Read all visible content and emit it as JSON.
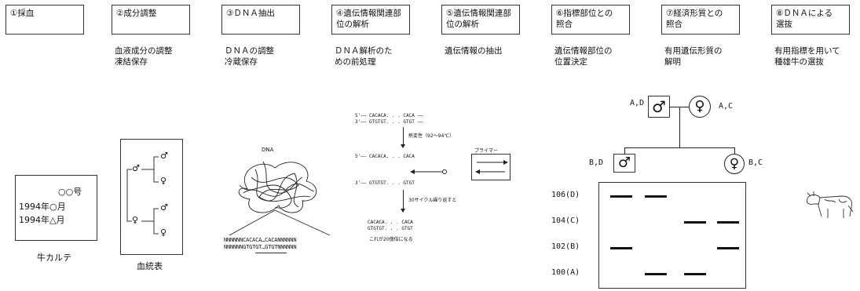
{
  "steps": [
    {
      "label": "①採血",
      "desc": ""
    },
    {
      "label": "②成分調整",
      "desc": "血液成分の調整\n凍結保存"
    },
    {
      "label": "③ＤＮＡ抽出",
      "desc": "ＤＮＡの調整\n冷蔵保存"
    },
    {
      "label": "④遺伝情報関連部\n位の解析",
      "desc": "ＤＮＡ解析のた\nめの前処理"
    },
    {
      "label": "⑤遺伝情報関連部\n位の解析",
      "desc": "遺伝情報の抽出"
    },
    {
      "label": "⑥指標部位との\n照合",
      "desc": "遺伝情報部位の\n位置決定"
    },
    {
      "label": "⑦経済形質との\n照合",
      "desc": "有用遺伝形質の\n解明"
    },
    {
      "label": "⑧ＤＮＡによる\n選抜",
      "desc": "有用指標を用いて\n種雄牛の選抜"
    }
  ],
  "karte": {
    "number": "○○号",
    "date1": "1994年○月",
    "date2": "1994年△月",
    "caption": "牛カルテ"
  },
  "pedigree": {
    "caption": "血統表",
    "male": "♂",
    "female": "♀"
  },
  "dna": {
    "label": "DNA",
    "seq_top": "NNNNNNCACACA…CACANNNNNN",
    "seq_bottom": "NNNNNNGTGTGT…GTGTNNNNNN"
  },
  "pcr": {
    "s1_top": "5'—— CACACA. . . CACA ——",
    "s1_bottom": "3'—— GTGTGT. . . GTGT ——",
    "denature": "熱変性（92～94℃）",
    "s2_top": "5'—— CACACA. . . CACA",
    "s2_bottom": "3'—— GTGTGT. . . GTGT",
    "primer": "プライマー",
    "cycles": "30サイクル繰り返すと",
    "s3_top": "CACACA. . . CACA",
    "s3_bottom": "GTGTGT. . . GTGT",
    "result": "これが20億倍になる"
  },
  "genotype": {
    "sire_alleles": "A,D",
    "dam_alleles": "A,C",
    "son_alleles": "B,D",
    "daughter_alleles": "B,C",
    "male_symbol": "♂",
    "female_symbol": "♀",
    "gel_rows": [
      "106(D)",
      "104(C)",
      "102(B)",
      "100(A)"
    ],
    "gel_bands": [
      {
        "lane": 1,
        "row": 0
      },
      {
        "lane": 2,
        "row": 0
      },
      {
        "lane": 3,
        "row": 1
      },
      {
        "lane": 4,
        "row": 1
      },
      {
        "lane": 1,
        "row": 2
      },
      {
        "lane": 4,
        "row": 2
      },
      {
        "lane": 2,
        "row": 3
      },
      {
        "lane": 3,
        "row": 3
      }
    ]
  }
}
